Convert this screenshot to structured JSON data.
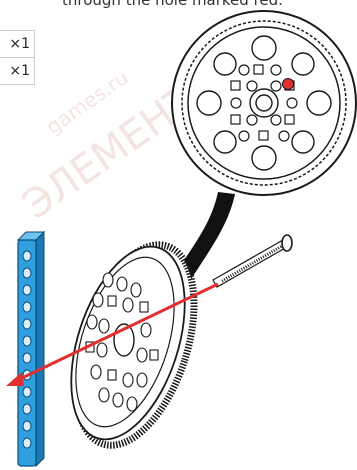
{
  "instruction": {
    "text": "through the hole marked red."
  },
  "parts_list": [
    {
      "quantity": "×1"
    },
    {
      "quantity": "×1"
    }
  ],
  "watermark": {
    "line1": "ЭЛЕМЕНТ",
    "line2": "games.ru"
  },
  "colors": {
    "beam": "#2f9fe0",
    "highlight": "#e03030",
    "outline": "#1a1a1a",
    "callout": "#111111"
  },
  "icons": [
    "gear-icon",
    "axle-icon",
    "beam-icon",
    "arrow-icon"
  ]
}
